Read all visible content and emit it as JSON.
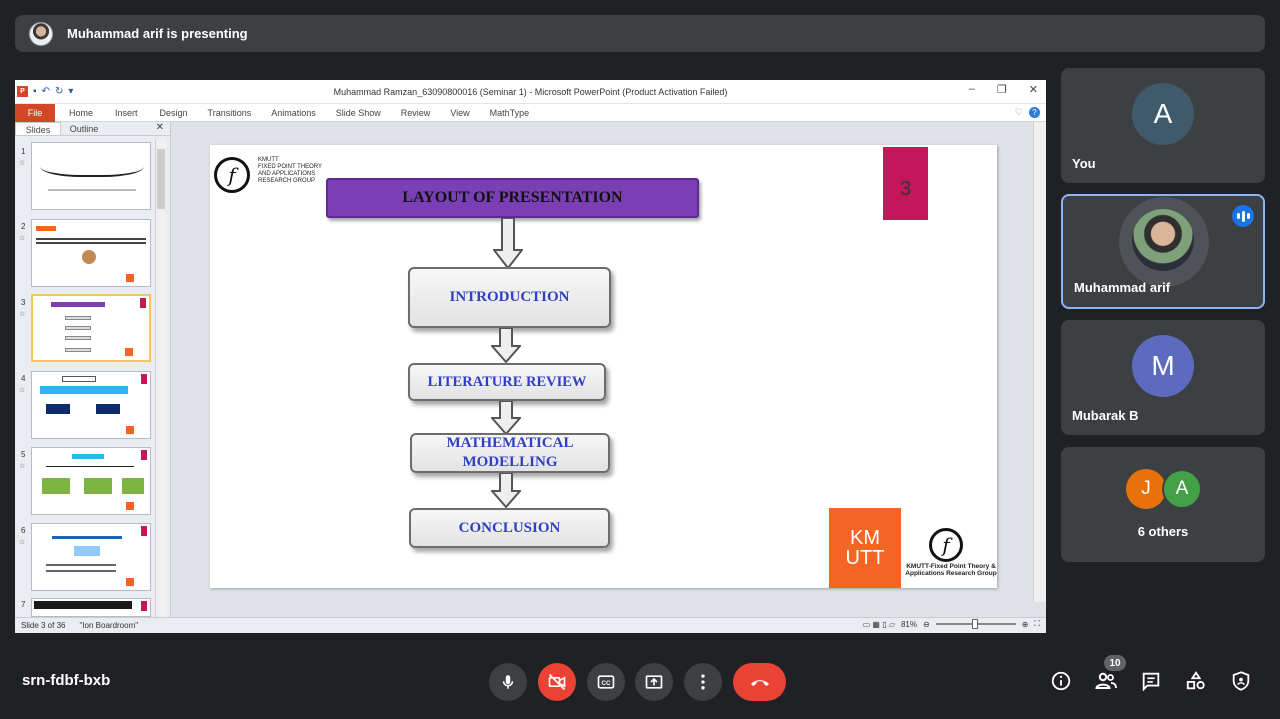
{
  "banner": {
    "text": "Muhammad arif is presenting"
  },
  "powerpoint": {
    "window_title": "Muhammad Ramzan_63090800016 (Seminar 1)  -  Microsoft PowerPoint (Product Activation Failed)",
    "ribbon_tabs": [
      "File",
      "Home",
      "Insert",
      "Design",
      "Transitions",
      "Animations",
      "Slide Show",
      "Review",
      "View",
      "MathType"
    ],
    "panel_tabs": [
      "Slides",
      "Outline"
    ],
    "thumbnails": [
      {
        "num": "1"
      },
      {
        "num": "2"
      },
      {
        "num": "3"
      },
      {
        "num": "4"
      },
      {
        "num": "5"
      },
      {
        "num": "6"
      },
      {
        "num": "7"
      }
    ],
    "status": {
      "slide": "Slide 3 of 36",
      "theme": "\"Ion Boardroom\"",
      "zoom": "81%"
    }
  },
  "slide": {
    "org_lines": [
      "KMUTT",
      "FIXED POINT THEORY",
      "AND APPLICATIONS",
      "RESEARCH GROUP"
    ],
    "page_number": "3",
    "title": "LAYOUT OF PRESENTATION",
    "items": [
      "INTRODUCTION",
      "LITERATURE REVIEW",
      "MATHEMATICAL MODELLING",
      "CONCLUSION"
    ],
    "kmutt_logo": "KM UTT",
    "caption": "KMUTT-Fixed Point Theory & Applications Research Group"
  },
  "participants": [
    {
      "name": "You",
      "initial": "A",
      "color": "#3f5b6b"
    },
    {
      "name": "Muhammad arif",
      "initial": "",
      "color": "#5f6368",
      "speaking": true
    },
    {
      "name": "Mubarak B",
      "initial": "M",
      "color": "#5c6bc0"
    }
  ],
  "others": {
    "label": "6 others",
    "avatars": [
      {
        "initial": "J",
        "color": "#e8710a"
      },
      {
        "initial": "A",
        "color": "#43a047"
      }
    ]
  },
  "bottom": {
    "meeting_code": "srn-fdbf-bxb",
    "people_count": "10"
  },
  "icons": [
    "mic-icon",
    "camera-off-icon",
    "captions-icon",
    "present-icon",
    "more-icon",
    "leave-call-icon",
    "info-icon",
    "people-icon",
    "chat-icon",
    "activities-icon",
    "host-controls-icon"
  ]
}
